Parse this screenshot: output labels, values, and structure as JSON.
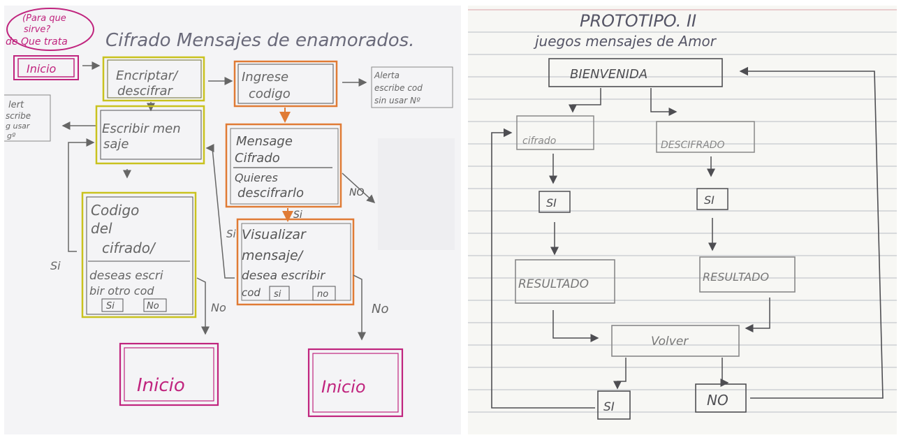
{
  "colors": {
    "yellow": "#c9c21f",
    "orange": "#e07b35",
    "magenta": "#c0247e",
    "pencil": "#4e4e52",
    "ink": "#555566"
  },
  "left_sketch": {
    "note": [
      "(Para que",
      "sirve?",
      "de Que trata"
    ],
    "title": "Cifrado Mensajes de enamorados.",
    "inicio_top": "Inicio",
    "encriptar": [
      "Encriptar/",
      "descifrar"
    ],
    "ingrese": [
      "Ingrese",
      "codigo"
    ],
    "alerta_right": [
      "Alerta",
      "escribe cod",
      "sin usar Nº"
    ],
    "alerta_left": [
      "lert",
      "scribe",
      "g usar",
      "gº"
    ],
    "escribir": [
      "Escribir men",
      "saje"
    ],
    "mensaje_cifrado": [
      "Mensage",
      "Cifrado"
    ],
    "quieres": [
      "Quieres",
      "descifrarlo"
    ],
    "codigo_block": [
      "Codigo",
      "del",
      "cifrado/",
      "deseas escri",
      "bir otro cod"
    ],
    "visualizar": [
      "Visualizar",
      "mensaje/",
      "desea escribir",
      "cod"
    ],
    "si": "Si",
    "no": "No",
    "si_lower": "si",
    "no_lower": "no",
    "no_upper": "NO",
    "inicio_bottom_left": "Inicio",
    "inicio_bottom_right": "Inicio"
  },
  "right_sketch": {
    "title": "PROTOTIPO. II",
    "subtitle": "juegos mensajes de Amor",
    "bienvenida": "BIENVENIDA",
    "cifrado": "cifrado",
    "descifrado": "DESCIFRADO",
    "si": "SI",
    "resultado": "RESULTADO",
    "volver": "Volver",
    "no": "NO"
  }
}
